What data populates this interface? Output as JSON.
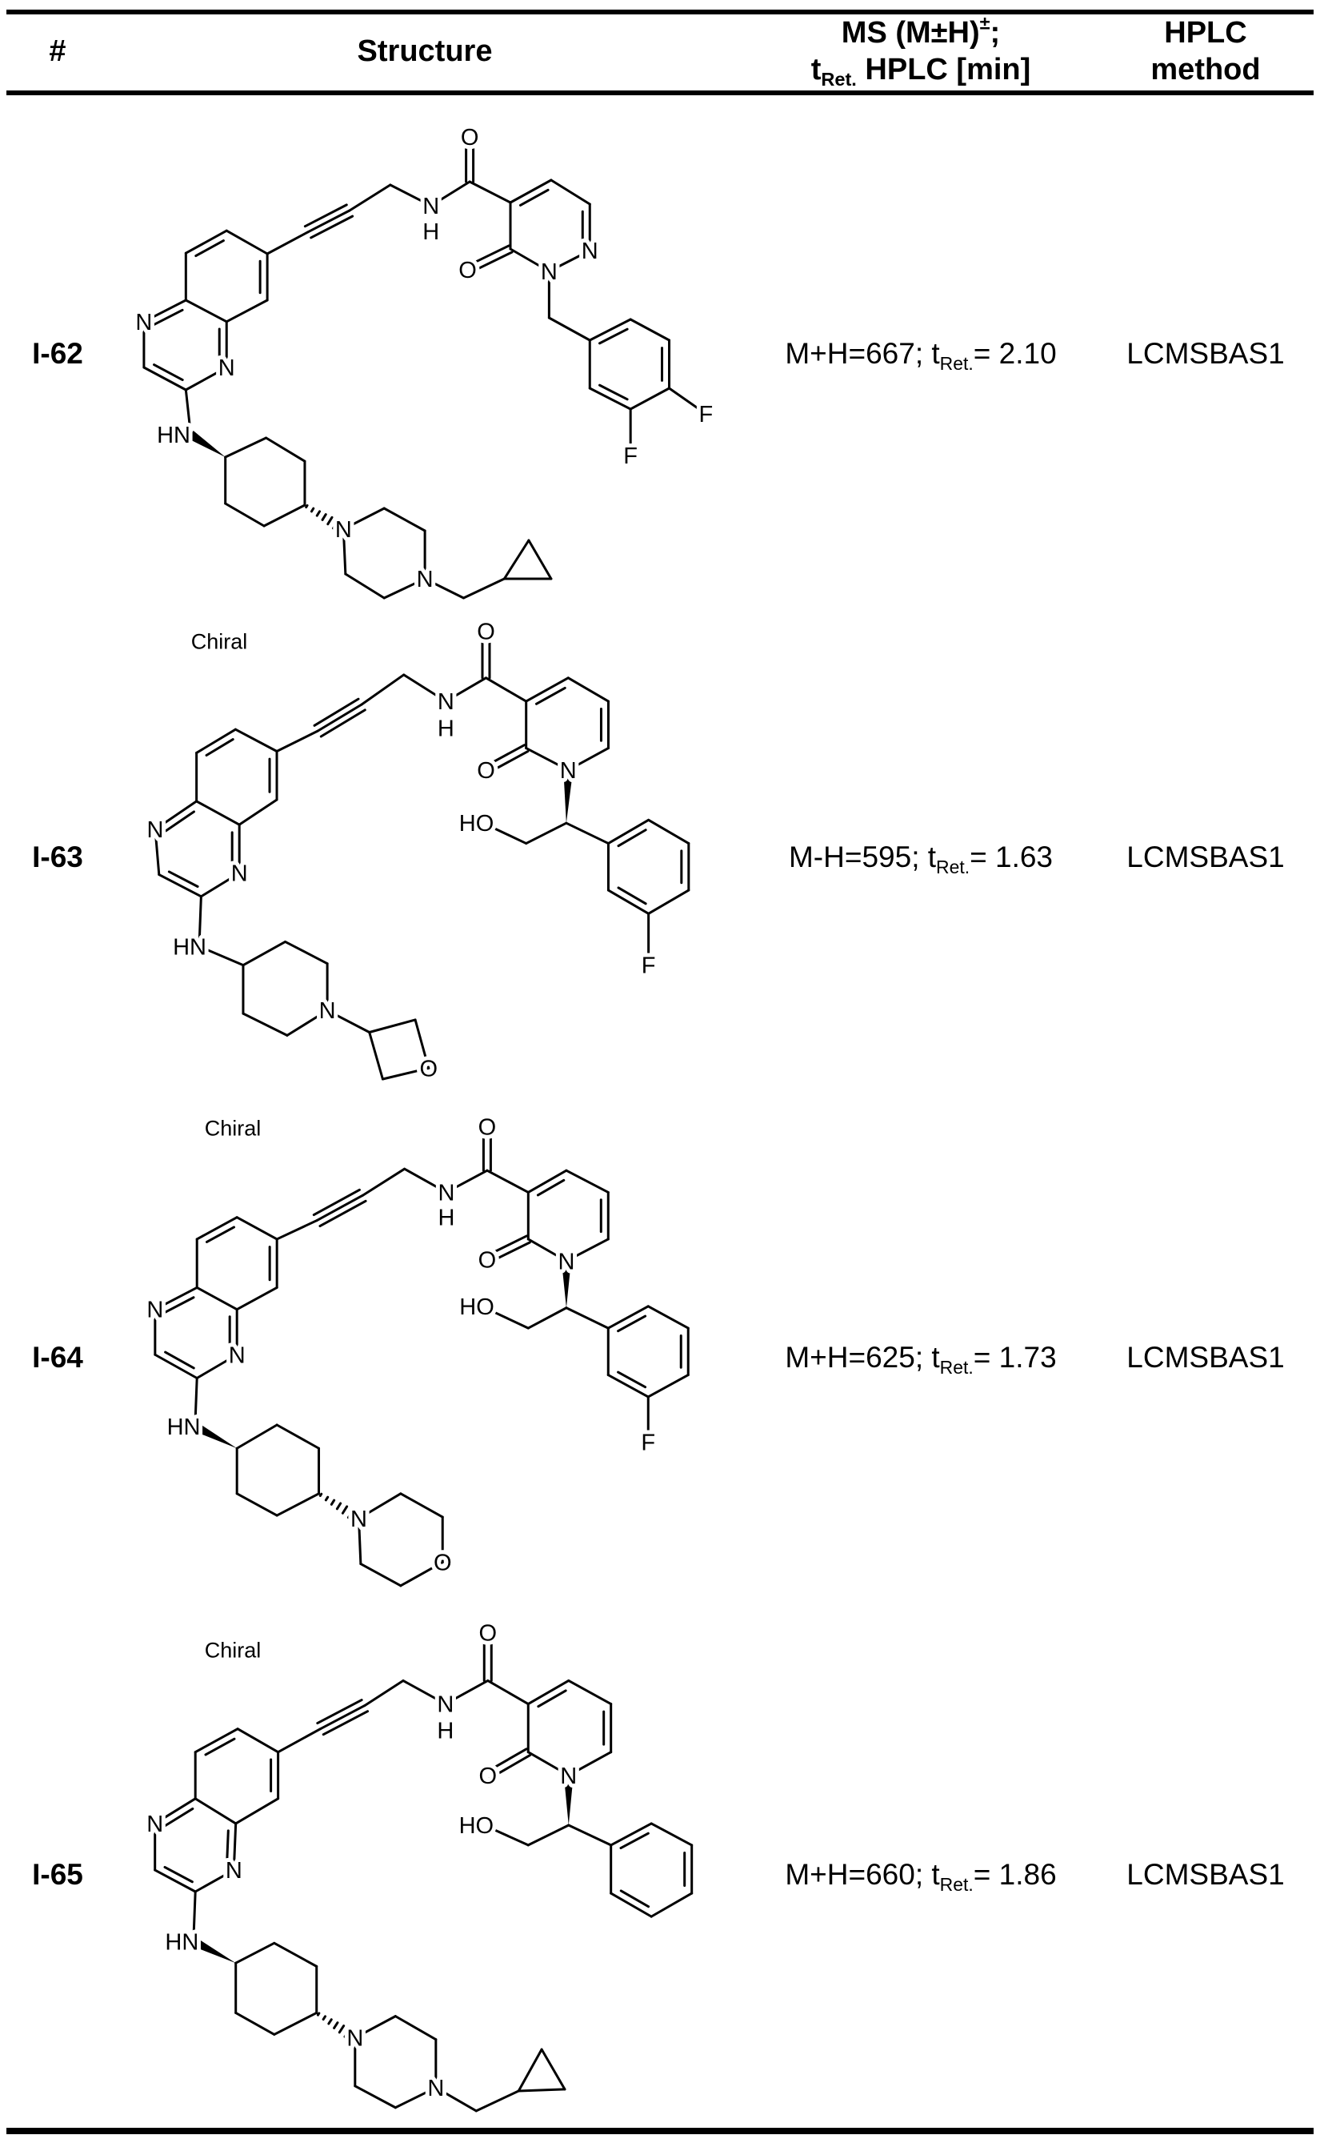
{
  "header": {
    "id": "#",
    "structure": "Structure",
    "ms_line1_prefix": "MS (M±H)",
    "ms_line1_sup": "±",
    "ms_line1_suffix": ";",
    "ms_line2_t": "t",
    "ms_line2_sub": "Ret.",
    "ms_line2_suffix": " HPLC [min]",
    "method_line1": "HPLC",
    "method_line2": "method"
  },
  "rows": [
    {
      "id": "I-62",
      "chiral": "",
      "ms": {
        "prefix": "M+H=667; ",
        "t": "t",
        "sub": "Ret.",
        "suffix": "= 2.10"
      },
      "method": "LCMSBAS1",
      "atom_labels": [
        "N",
        "N",
        "HN",
        "N",
        "H",
        "O",
        "N",
        "N",
        "O",
        "F",
        "F",
        "N",
        "N"
      ]
    },
    {
      "id": "I-63",
      "chiral": "Chiral",
      "ms": {
        "prefix": "M-H=595; ",
        "t": "t",
        "sub": "Ret.",
        "suffix": "= 1.63"
      },
      "method": "LCMSBAS1",
      "atom_labels": [
        "N",
        "N",
        "HN",
        "N",
        "H",
        "O",
        "N",
        "O",
        "HO",
        "F",
        "N",
        "O"
      ]
    },
    {
      "id": "I-64",
      "chiral": "Chiral",
      "ms": {
        "prefix": "M+H=625; ",
        "t": "t",
        "sub": "Ret.",
        "suffix": "= 1.73"
      },
      "method": "LCMSBAS1",
      "atom_labels": [
        "N",
        "N",
        "HN",
        "N",
        "H",
        "O",
        "N",
        "O",
        "HO",
        "F",
        "N",
        "O"
      ]
    },
    {
      "id": "I-65",
      "chiral": "Chiral",
      "ms": {
        "prefix": "M+H=660; ",
        "t": "t",
        "sub": "Ret.",
        "suffix": "= 1.86"
      },
      "method": "LCMSBAS1",
      "atom_labels": [
        "N",
        "N",
        "HN",
        "N",
        "H",
        "O",
        "N",
        "O",
        "HO",
        "N",
        "N"
      ]
    }
  ]
}
